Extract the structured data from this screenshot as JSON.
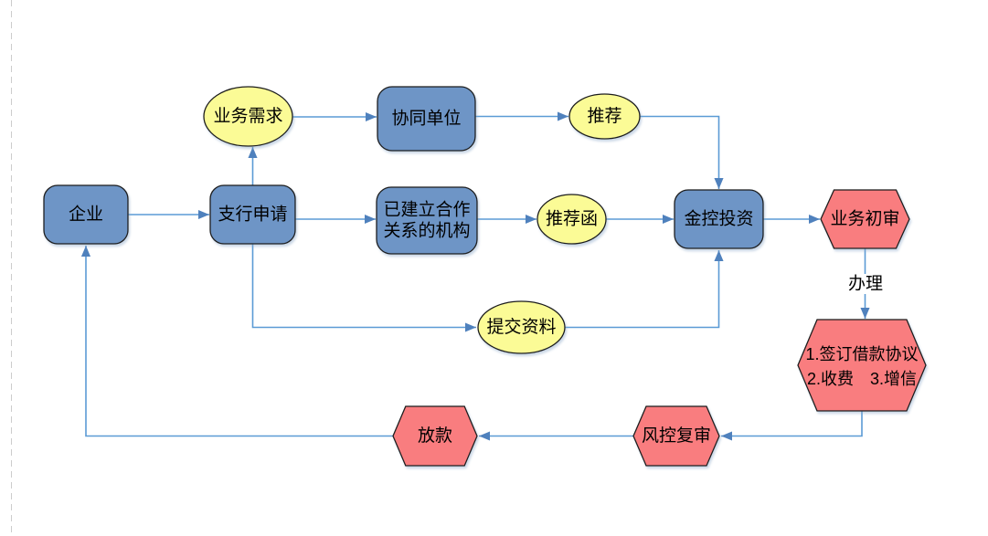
{
  "diagram": {
    "title": "loan-business-flowchart",
    "colors": {
      "process_fill": "#6E95C6",
      "event_fill": "#FBFB96",
      "review_fill": "#F97D7F",
      "border": "#1f1f1f",
      "arrow": "#5B9BD5",
      "arrow_head": "#4f81bd",
      "text": "#000000"
    },
    "nodes": {
      "enterprise": {
        "label": "企业"
      },
      "branch_application": {
        "label": "支行申请"
      },
      "business_need": {
        "label": "业务需求"
      },
      "partner_unit": {
        "label": "协同单位"
      },
      "recommend": {
        "label": "推荐"
      },
      "established_institution": {
        "label_line1": "已建立合作",
        "label_line2": "关系的机构"
      },
      "recommendation_letter": {
        "label": "推荐函"
      },
      "jinkong_investment": {
        "label": "金控投资"
      },
      "business_initial_review": {
        "label": "业务初审"
      },
      "handle": {
        "label": "办理"
      },
      "agreement": {
        "label_line1": "1.签订借款协议",
        "label_line2": "2.收费　3.增信"
      },
      "submit_materials": {
        "label": "提交资料"
      },
      "risk_control_review": {
        "label": "风控复审"
      },
      "loan_disbursement": {
        "label": "放款"
      }
    }
  }
}
